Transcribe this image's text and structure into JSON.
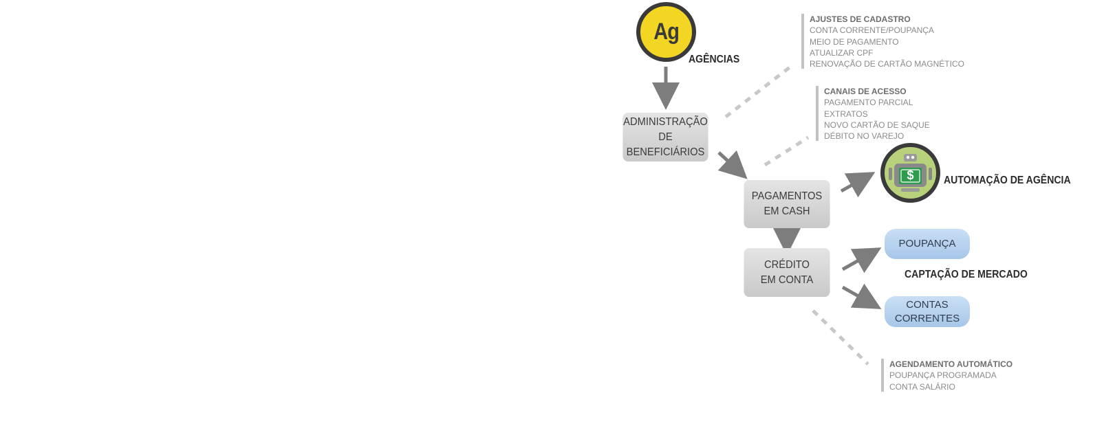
{
  "nodes": {
    "agencias": {
      "icon_text": "Ag",
      "label": "AGÊNCIAS"
    },
    "administracao": {
      "line1": "ADMINISTRAÇÃO",
      "line2": "DE BENEFICIÁRIOS"
    },
    "pagamentos": {
      "line1": "PAGAMENTOS",
      "line2": "EM CASH"
    },
    "credito": {
      "line1": "CRÉDITO",
      "line2": "EM CONTA"
    },
    "automacao": {
      "label": "AUTOMAÇÃO DE AGÊNCIA",
      "icon_text": "$"
    },
    "poupanca": {
      "label": "POUPANÇA"
    },
    "contas": {
      "line1": "CONTAS",
      "line2": "CORRENTES"
    },
    "captacao": {
      "label": "CAPTAÇÃO DE MERCADO"
    }
  },
  "notes": {
    "ajustes": {
      "title": "AJUSTES DE CADASTRO",
      "items": [
        "CONTA CORRENTE/POUPANÇA",
        "MEIO DE PAGAMENTO",
        "ATUALIZAR CPF",
        "RENOVAÇÃO DE CARTÃO MAGNÉTICO"
      ]
    },
    "canais": {
      "title": "CANAIS DE ACESSO",
      "items": [
        "PAGAMENTO PARCIAL",
        "EXTRATOS",
        "NOVO CARTÃO DE SAQUE",
        "DÉBITO NO VAREJO"
      ]
    },
    "agendamento": {
      "title": "AGENDAMENTO AUTOMÁTICO",
      "items": [
        "POUPANÇA PROGRAMADA",
        "CONTA SALÁRIO"
      ]
    }
  },
  "colors": {
    "arrow": "#7d7d7d",
    "dash": "#c8c8c8",
    "ag_yellow": "#f2d623",
    "ring": "#3a3a3a",
    "robot_green": "#b7d27a",
    "money_green": "#2e9b4e"
  }
}
